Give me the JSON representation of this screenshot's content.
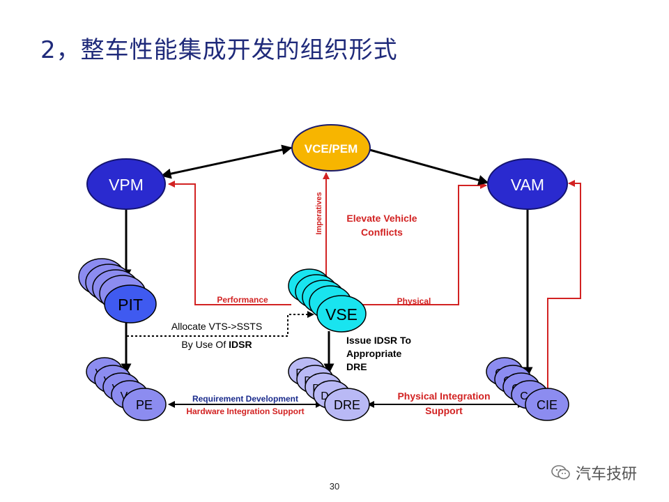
{
  "slide": {
    "title": "2，整车性能集成开发的组织形式",
    "page_number": "30",
    "watermark": "汽车技研"
  },
  "colors": {
    "dark_blue": "#2a2acf",
    "blue": "#3f5af0",
    "light_blue": "#b9b9f5",
    "lavender": "#8c8cf0",
    "cyan": "#19e4ef",
    "gold": "#f7b500",
    "red": "#d22222",
    "navy_text": "#1a2b8c"
  },
  "nodes": {
    "vce": "VCE/PEM",
    "vpm": "VPM",
    "vam": "VAM",
    "pit": "PIT",
    "vse": "VSE",
    "pe": "PE",
    "dre": "DRE",
    "cie": "CIE",
    "pit_stack_glyph": "",
    "vse_stack_glyph": "V",
    "pe_stack_glyph": "V",
    "dre_stack_glyph": "D",
    "cie_stack_glyph": "C"
  },
  "labels": {
    "imperatives": "Imperatives",
    "elevate_line1": "Elevate Vehicle",
    "elevate_line2": "Conflicts",
    "performance": "Performance",
    "physical": "Physical",
    "allocate_line1": "Allocate VTS->SSTS",
    "allocate_line2_prefix": "By Use Of ",
    "allocate_line2_bold": "IDSR",
    "issue_line1": "Issue IDSR To",
    "issue_line2": "Appropriate",
    "issue_line3": "DRE",
    "req_dev": "Requirement Development",
    "hw_support": "Hardware Integration Support",
    "phys_int_line1": "Physical Integration",
    "phys_int_line2": "Support"
  }
}
